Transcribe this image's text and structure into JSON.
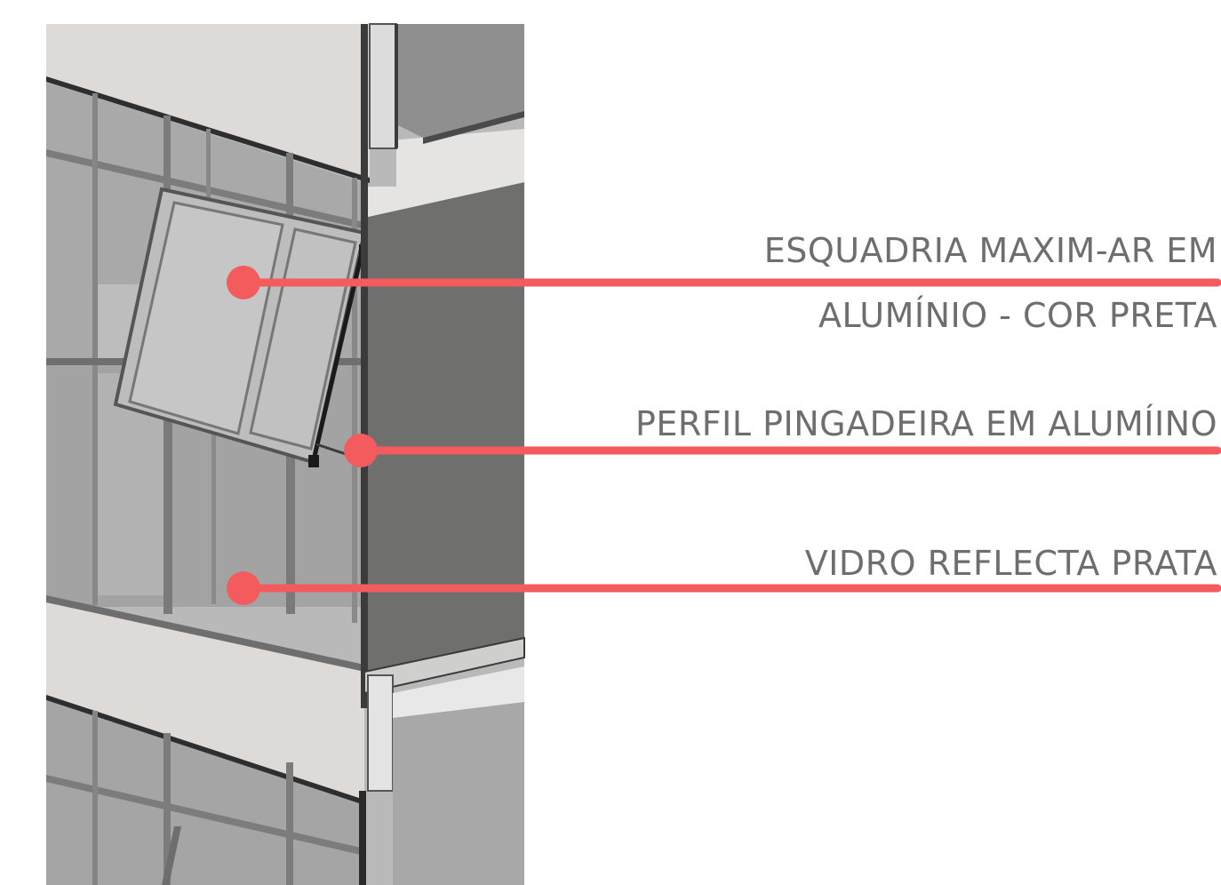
{
  "callouts": [
    {
      "lines": [
        "ESQUADRIA MAXIM-AR EM",
        "ALUMÍNIO - COR PRETA"
      ]
    },
    {
      "lines": [
        "PERFIL PINGADEIRA EM ALUMÍINO"
      ]
    },
    {
      "lines": [
        "VIDRO REFLECTA PRATA"
      ]
    }
  ],
  "colors": {
    "leader": "#f45b5d",
    "label_text": "#6e6e6e",
    "concrete": "#dcdad8",
    "glass": "#a4a4a4",
    "mullion": "#7c7c7c",
    "wall_dark": "#6e6e6c"
  }
}
